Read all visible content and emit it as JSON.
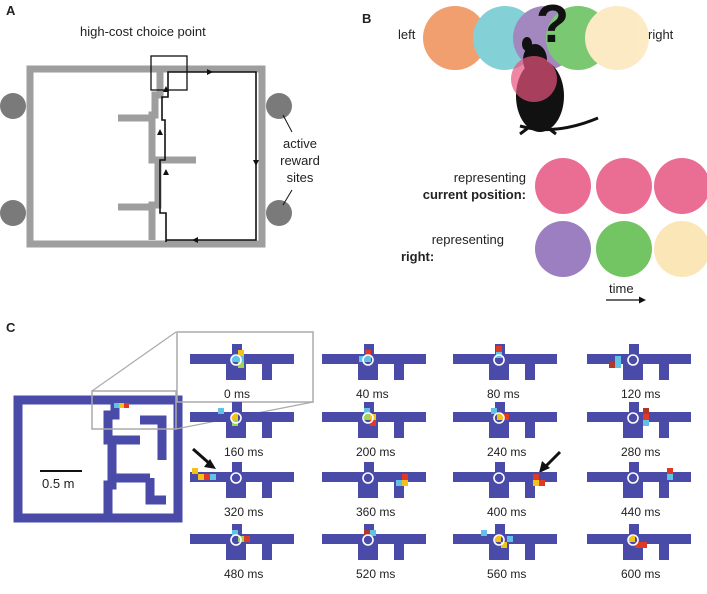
{
  "panelA": {
    "letter": "A",
    "choice_label": "high-cost choice point",
    "reward_label_lines": [
      "active",
      "reward",
      "sites"
    ]
  },
  "panelB": {
    "letter": "B",
    "left_label": "left",
    "right_label": "right",
    "row1_line1": "representing",
    "row1_line2": "current position:",
    "row2_line1": "representing",
    "row2_line2": "right:",
    "time_label": "time",
    "colors": {
      "orange": "#ee8a4f",
      "cyan": "#68c8cf",
      "purple": "#8e6fb2",
      "green": "#5fbd54",
      "cream": "#fbe6b8",
      "pink": "#e8537d"
    }
  },
  "panelC": {
    "letter": "C",
    "scale_label": "0.5 m",
    "times": [
      "0 ms",
      "40 ms",
      "80 ms",
      "120 ms",
      "160 ms",
      "200 ms",
      "240 ms",
      "280 ms",
      "320 ms",
      "360 ms",
      "400 ms",
      "440 ms",
      "480 ms",
      "520 ms",
      "560 ms",
      "600 ms"
    ],
    "colors": {
      "track": "#4a4aa8",
      "highlight_box": "#aaaaaa"
    }
  }
}
